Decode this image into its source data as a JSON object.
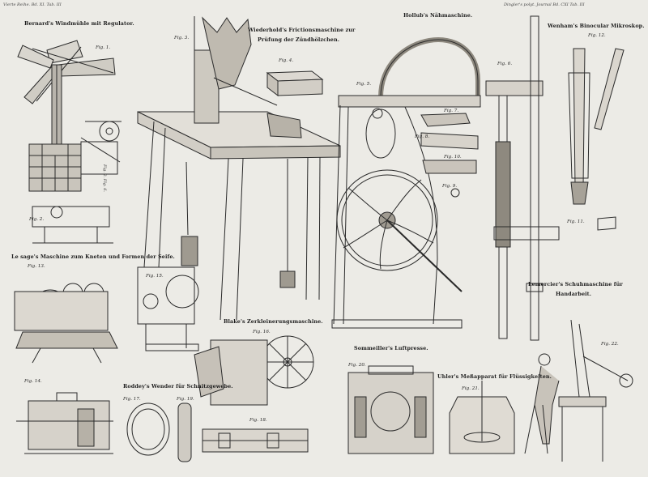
{
  "header": {
    "left": "Vierte Reihe. Bd. XI. Tab. III",
    "right": "Dingler's polyt. Journal Bd. CXI Tab. III"
  },
  "titles": {
    "bernard": "Bernard's Windmühle mit Regulator.",
    "wiederhold": "Wiederhold's Frictionsmaschine zur",
    "wiederhold_2": "Prüfung der Zündhölzchen.",
    "hollub": "Hollub's Nähmaschine.",
    "wenham": "Wenham's Binocular Mikroskop.",
    "lesage": "Le sage's Maschine zum Kneten und Formen der Seife.",
    "blake": "Blake's Zerkleinerungsmaschine.",
    "lemercier": "Lemercier's Schuhmaschine für",
    "lemercier_2": "Handarbeit.",
    "sommeiller": "Sommeiller's Luftpresse.",
    "uhler": "Uhler's Meßapparat für Flüssigkeiten.",
    "roddey": "Roddey's Wender für Schnitzgewebe."
  },
  "figs": {
    "f1": "Fig. 1.",
    "f2": "Fig. 2.",
    "f3": "Fig. 3.",
    "f4": "Fig. 4.",
    "f5": "Fig. 5.",
    "f6": "Fig. 6.",
    "f7": "Fig. 7.",
    "f8": "Fig. 8.",
    "f9": "Fig. 9.",
    "f10": "Fig. 10.",
    "f12": "Fig. 12.",
    "f13": "Fig. 13.",
    "f14": "Fig. 14.",
    "f15": "Fig. 15.",
    "f16": "Fig. 16.",
    "f17": "Fig. 17.",
    "f18": "Fig. 18.",
    "f19": "Fig. 19.",
    "f20": "Fig. 20.",
    "f21": "Fig. 21.",
    "f22": "Fig. 22.",
    "f11": "Fig. 11."
  },
  "scale_label": "Fig. 2. Fig. 6."
}
